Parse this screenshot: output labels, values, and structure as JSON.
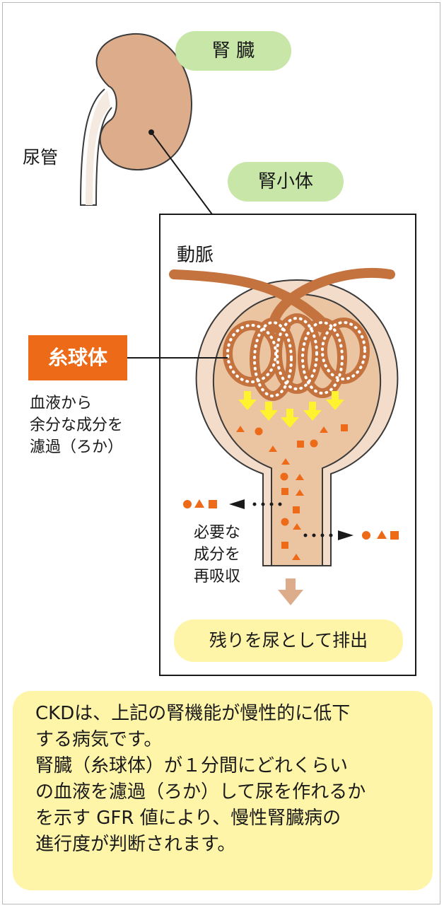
{
  "labels": {
    "kidney": "腎 臓",
    "ureter": "尿管",
    "nephron": "腎小体",
    "artery": "動脈",
    "glomerulus": "糸球体"
  },
  "filter_text": [
    "血液から",
    "余分な成分を",
    "濾過（ろか）"
  ],
  "reabsorb_text": [
    "必要な",
    "成分を",
    "再吸収"
  ],
  "excrete_label": "残りを尿として排出",
  "note_lines": [
    "CKDは、上記の腎機能が慢性的に低下",
    "する病気です。",
    "腎臓（糸球体）が１分間にどれくらい",
    "の血液を濾過（ろか）して尿を作れるか",
    "を示す GFR 値により、慢性腎臓病の",
    "進行度が判断されます。"
  ],
  "colors": {
    "kidney_fill": "#ddac8a",
    "vessel_brown": "#c4733f",
    "capsule_fill": "#f3ddca",
    "filtrate_fill": "#ebc4a2",
    "label_green": "#c8e6a8",
    "label_orange": "#ec6a18",
    "particle_orange": "#ec6a18",
    "arrow_yellow": "#fff22e",
    "note_yellow": "#fff5a9"
  },
  "icons": [
    "filtration-arrow-icon",
    "particle-circle-icon",
    "particle-triangle-icon",
    "particle-square-icon",
    "excretion-arrow-icon"
  ]
}
